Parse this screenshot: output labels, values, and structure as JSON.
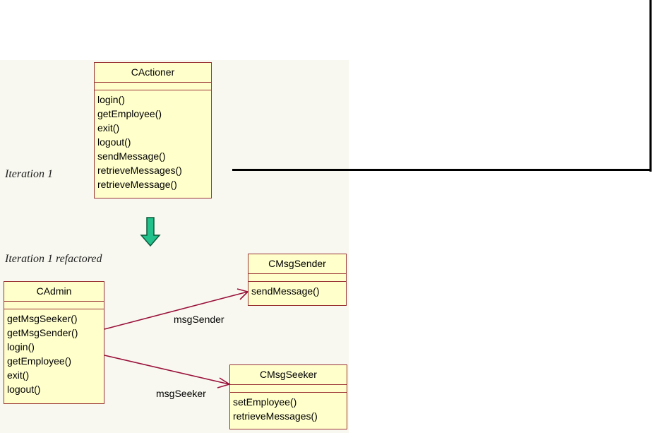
{
  "iterations": {
    "first": "Iteration 1",
    "second": "Iteration 1 refactored"
  },
  "classes": {
    "cactioner": {
      "name": "CActioner",
      "operations": [
        "login()",
        "getEmployee()",
        "exit()",
        "logout()",
        "sendMessage()",
        "retrieveMessages()",
        "retrieveMessage()"
      ]
    },
    "cadmin": {
      "name": "CAdmin",
      "operations": [
        "getMsgSeeker()",
        "getMsgSender()",
        "login()",
        "getEmployee()",
        "exit()",
        "logout()"
      ]
    },
    "cmsgsender": {
      "name": "CMsgSender",
      "operations": [
        "sendMessage()"
      ]
    },
    "cmsgseeker": {
      "name": "CMsgSeeker",
      "operations": [
        "setEmployee()",
        "retrieveMessages()"
      ]
    }
  },
  "associations": {
    "sender": "msgSender",
    "seeker": "msgSeeker"
  },
  "colors": {
    "class_fill": "#ffffcc",
    "class_border": "#993333",
    "association": "#99103a",
    "arrow_fill": "#22c08a",
    "arrow_stroke": "#0a5a3a"
  }
}
